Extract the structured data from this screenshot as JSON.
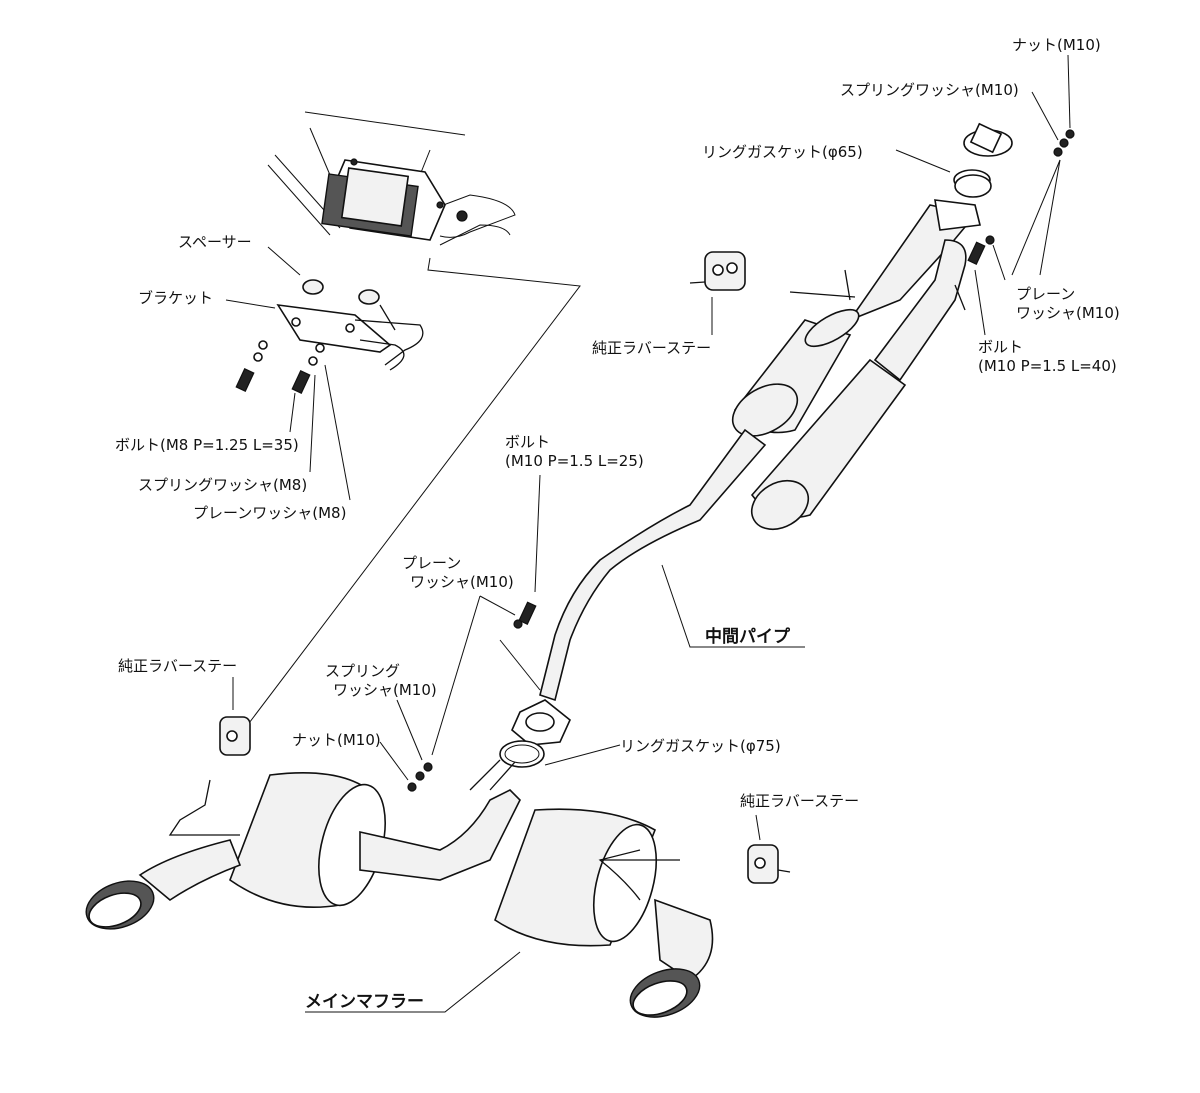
{
  "labels": {
    "nut_m10_top": "ナット(M10)",
    "spring_washer_m10_top": "スプリングワッシャ(M10)",
    "ring_gasket_65": "リングガスケット(φ65)",
    "plain_washer_m10_right_1": "プレーン",
    "plain_washer_m10_right_2": "ワッシャ(M10)",
    "bolt_m10_40_1": "ボルト",
    "bolt_m10_40_2": "(M10 P=1.5 L=40)",
    "rubber_stay_upper": "純正ラバーステー",
    "spacer": "スペーサー",
    "bracket": "ブラケット",
    "bolt_m8": "ボルト(M8 P=1.25 L=35)",
    "spring_washer_m8": "スプリングワッシャ(M8)",
    "plain_washer_m8": "プレーンワッシャ(M8)",
    "bolt_m10_25_1": "ボルト",
    "bolt_m10_25_2": "(M10 P=1.5 L=25)",
    "plain_washer_m10_mid_1": "プレーン",
    "plain_washer_m10_mid_2": "ワッシャ(M10)",
    "mid_pipe": "中間パイプ",
    "rubber_stay_left": "純正ラバーステー",
    "spring_washer_m10_mid_1": "スプリング",
    "spring_washer_m10_mid_2": "ワッシャ(M10)",
    "nut_m10_mid": "ナット(M10)",
    "ring_gasket_75": "リングガスケット(φ75)",
    "rubber_stay_right": "純正ラバーステー",
    "main_muffler": "メインマフラー"
  }
}
